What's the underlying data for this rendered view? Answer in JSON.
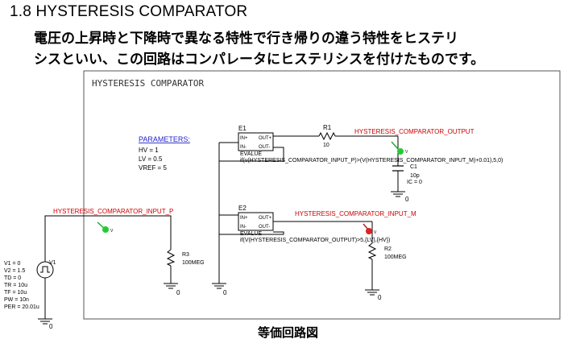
{
  "heading": "1.8 HYSTERESIS  COMPARATOR",
  "description": {
    "line1": "電圧の上昇時と下降時で異なる特性で行き帰りの違う特性をヒステリ",
    "line2": "シスといい、この回路はコンパレータにヒステリシスを付けたものです。"
  },
  "caption": "等価回路図",
  "schematic": {
    "title": "HYSTERESIS COMPARATOR",
    "params": {
      "header": "PARAMETERS:",
      "hv": "HV = 1",
      "lv": "LV = 0.5",
      "vref": "VREF = 5"
    },
    "e1": {
      "name": "E1",
      "in_p": "IN+",
      "in_n": "IN-",
      "out_p": "OUT+",
      "out_n": "OUT-",
      "type": "EVALUE",
      "expr": "if(v(HYSTERESIS_COMPARATOR_INPUT_P)>(V(HYSTERESIS_COMPARATOR_INPUT_M)+0.01),5,0)"
    },
    "e2": {
      "name": "E2",
      "in_p": "IN+",
      "in_n": "IN-",
      "out_p": "OUT+",
      "out_n": "OUT-",
      "type": "EVALUE",
      "expr": "if(V(HYSTERESIS_COMPARATOR_OUTPUT)>5,{LV},{HV})"
    },
    "r1": {
      "name": "R1",
      "value": "10"
    },
    "r2": {
      "name": "R2",
      "value": "100MEG"
    },
    "r3": {
      "name": "R3",
      "value": "100MEG"
    },
    "c1": {
      "name": "C1",
      "value": "10p",
      "ic": "IC = 0"
    },
    "v1": {
      "name": "V1",
      "params": [
        "V1 = 0",
        "V2 = 1.5",
        "TD = 0",
        "TR = 10u",
        "TF = 10u",
        "PW = 10n",
        "PER = 20.01u"
      ]
    },
    "nets": {
      "output": "HYSTERESIS_COMPARATOR_OUTPUT",
      "input_p": "HYSTERESIS_COMPARATOR_INPUT_P",
      "input_m": "HYSTERESIS_COMPARATOR_INPUT_M"
    },
    "probe_label": "V",
    "ground_label": "0",
    "colors": {
      "net_label": "#cc0000",
      "params": "#2222cc",
      "probe": "#22cc33",
      "probe_red": "#dd2222",
      "wire": "#000000"
    }
  }
}
